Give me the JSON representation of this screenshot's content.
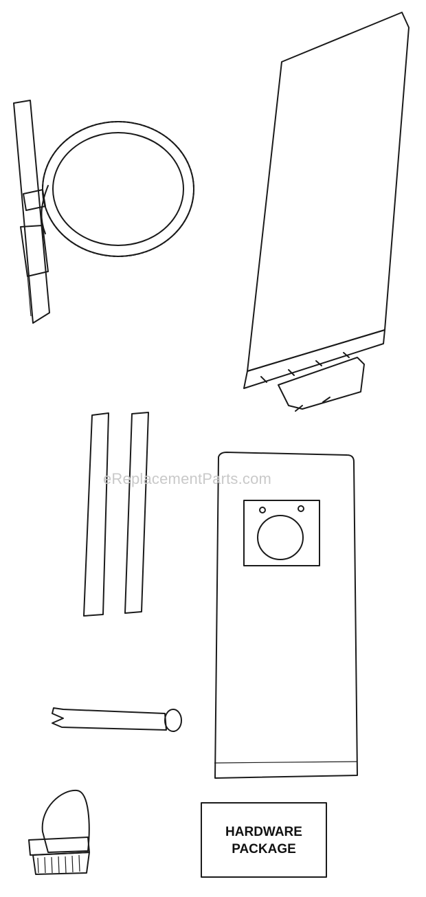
{
  "watermark": "eReplacementParts.com",
  "hardware_package": {
    "line1": "HARDWARE",
    "line2": "PACKAGE"
  },
  "colors": {
    "ink": "#1a1a1a",
    "watermark": "#c9c9c9",
    "background": "#ffffff"
  }
}
